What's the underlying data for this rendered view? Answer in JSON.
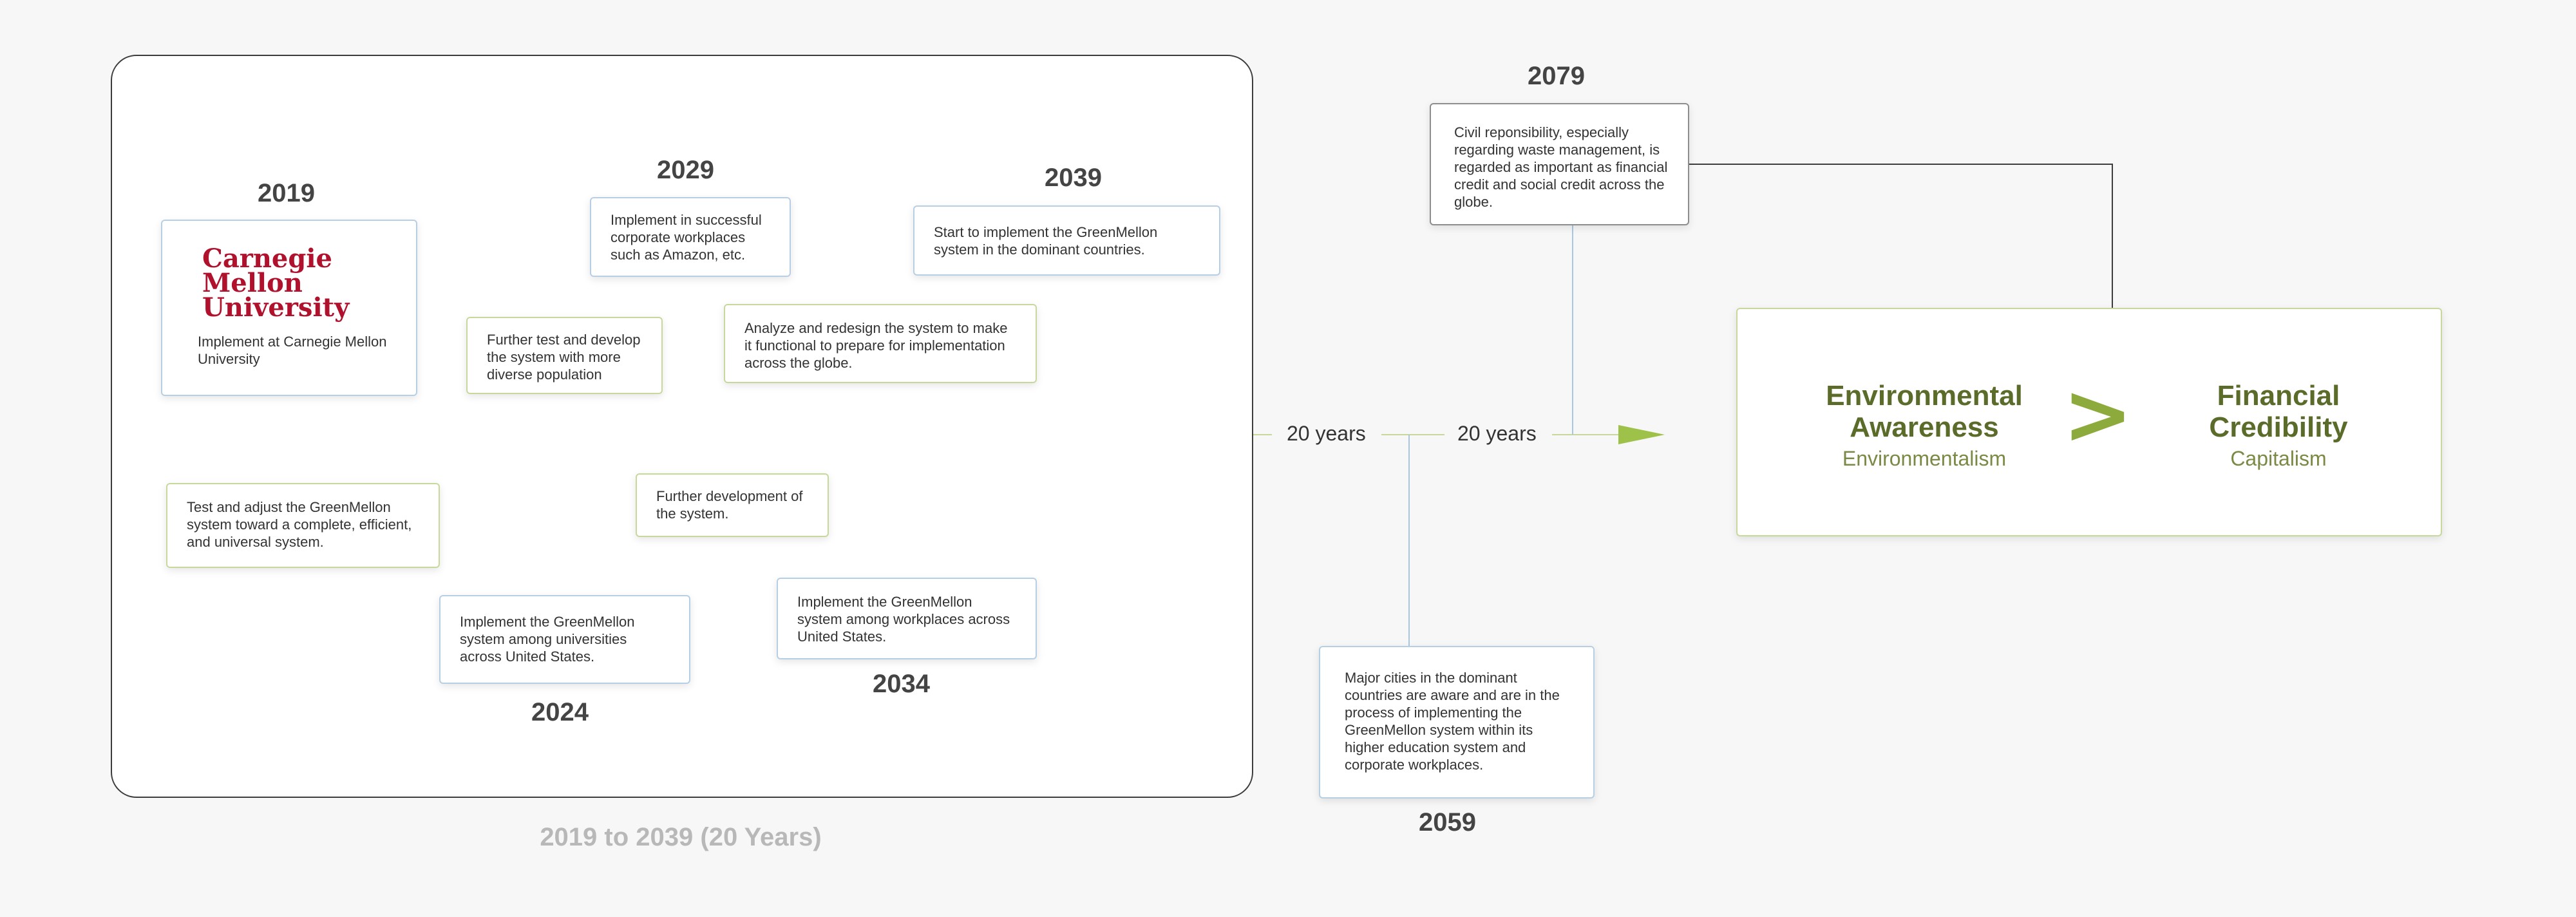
{
  "timeline": {
    "events": [
      {
        "id": "e2019",
        "year": "2019",
        "text": "Implement at Carnegie Mellon University",
        "logo_text": "Carnegie Mellon University"
      },
      {
        "id": "e2019b",
        "text": "Test and adjust the GreenMellon system toward a complete, efficient, and universal system."
      },
      {
        "id": "e2019c",
        "text": "Further test and develop the system with more diverse population"
      },
      {
        "id": "e2024",
        "year": "2024",
        "text": "Implement the GreenMellon system among universities across United States."
      },
      {
        "id": "e2029",
        "year": "2029",
        "text": "Implement in successful corporate workplaces such as Amazon, etc."
      },
      {
        "id": "e2029b",
        "text": "Further development of the system."
      },
      {
        "id": "e2029c",
        "text": "Analyze and redesign the system to make it functional to prepare for implementation across the globe."
      },
      {
        "id": "e2034",
        "year": "2034",
        "text": "Implement the GreenMellon system among workplaces across United States."
      },
      {
        "id": "e2039",
        "year": "2039",
        "text": "Start to implement the GreenMellon system in the dominant countries."
      },
      {
        "id": "e2059",
        "year": "2059",
        "text": "Major cities in the dominant countries are aware and are in the process of implementing the GreenMellon system within its higher education system and corporate workplaces."
      },
      {
        "id": "e2079",
        "year": "2079",
        "text": "Civil reponsibility, especially regarding waste management, is regarded as important as financial credit and social credit across the globe."
      }
    ],
    "span_labels": [
      "20 years",
      "20 years"
    ],
    "range_label": "2019 to 2039 (20 Years)"
  },
  "comparison": {
    "left": {
      "title": "Environmental Awareness",
      "subtitle": "Environmentalism"
    },
    "operator": ">",
    "right": {
      "title": "Financial Credibility",
      "subtitle": "Capitalism"
    }
  },
  "colors": {
    "blue_connector": "#a9c7e3",
    "green_connector": "#c6d99b",
    "arrow": "#9ec14a",
    "brand_red": "#b0122e",
    "accent_green": "#5b6b2a"
  }
}
